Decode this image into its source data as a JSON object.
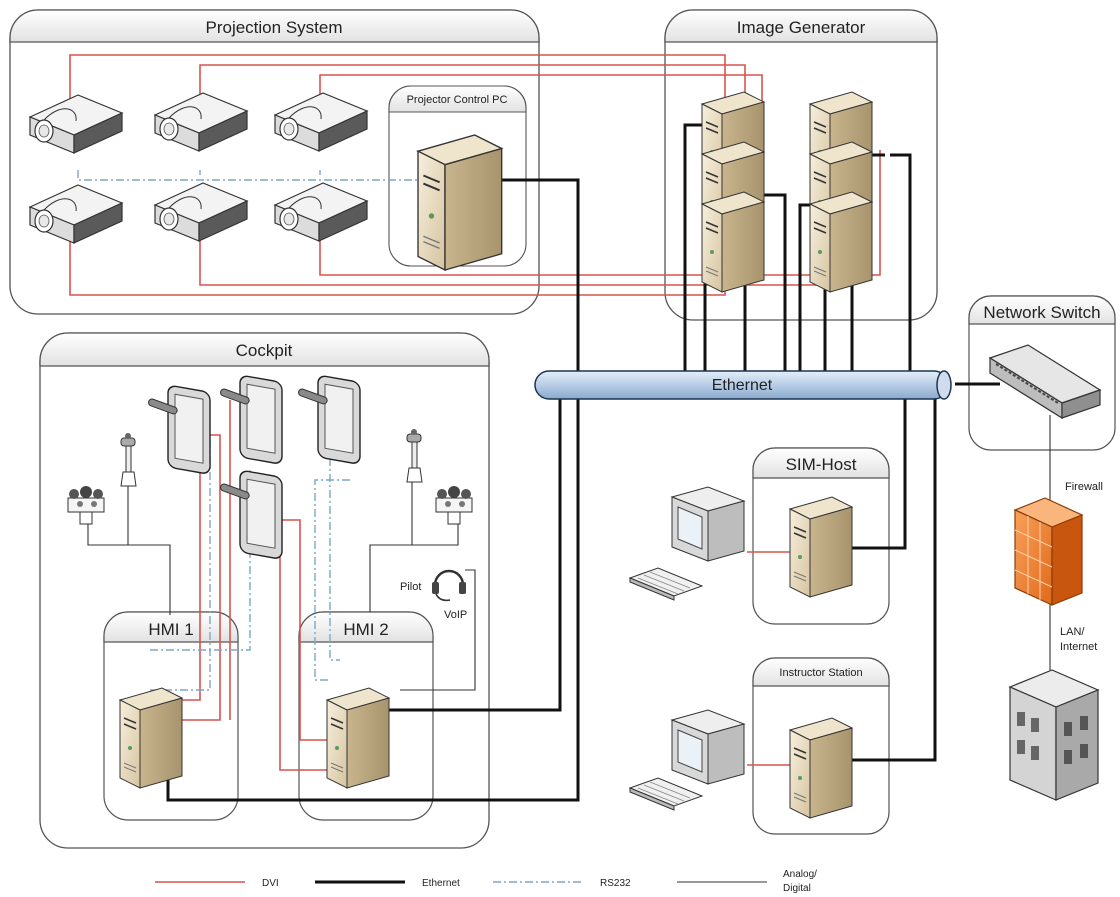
{
  "groups": {
    "projection": "Projection System",
    "image_generator": "Image Generator",
    "cockpit": "Cockpit",
    "network_switch": "Network Switch",
    "projector_pc": "Projector Control PC",
    "hmi1": "HMI 1",
    "hmi2": "HMI 2",
    "sim_host": "SIM-Host",
    "instructor": "Instructor Station"
  },
  "labels": {
    "ethernet_bus": "Ethernet",
    "pilot": "Pilot",
    "voip": "VoIP",
    "firewall": "Firewall",
    "lan_line1": "LAN/",
    "lan_line2": "Internet"
  },
  "legend": {
    "dvi": "DVI",
    "ethernet": "Ethernet",
    "rs232": "RS232",
    "analog_line1": "Analog/",
    "analog_line2": "Digital"
  },
  "colors": {
    "dvi": "#d9534f",
    "ethernet": "#111111",
    "rs232": "#7fa6c9",
    "analog": "#333333",
    "bus": "#b7cde6",
    "firewall": "#f07c2a"
  },
  "icons": [
    "projector-icon",
    "server-tower-icon",
    "touch-panel-icon",
    "joystick-icon",
    "control-panel-icon",
    "headset-icon",
    "monitor-icon",
    "keyboard-icon",
    "network-switch-icon",
    "firewall-icon",
    "building-icon"
  ]
}
